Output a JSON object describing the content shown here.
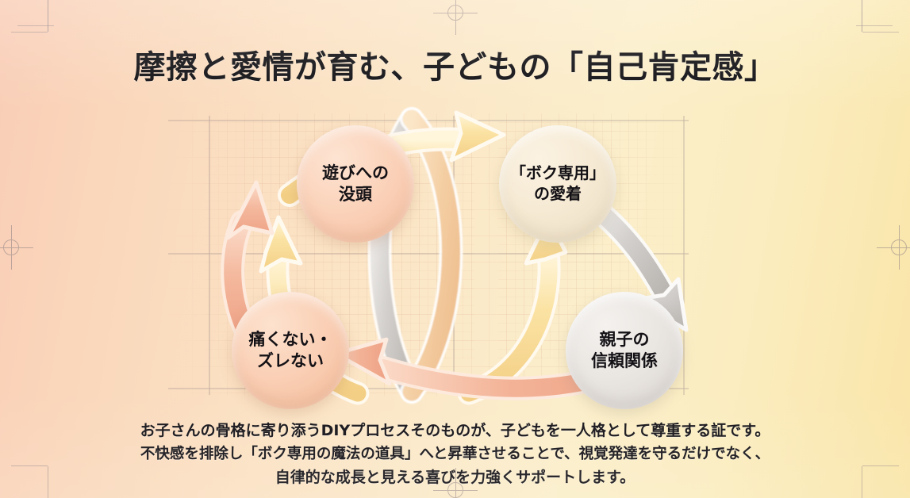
{
  "title": "摩擦と愛情が育む、子どもの「自己肯定感」",
  "colors": {
    "background_left": "#f9cdb6",
    "background_right": "#fae5a8",
    "title_text": "#111014",
    "node_play": "#f7cdb0",
    "node_attachment": "#f3e6cf",
    "node_trust": "#e4e0dc",
    "node_comfort": "#f8cdb0",
    "arrow_yellow": "#f7d98e",
    "arrow_gray": "#c9c6c3",
    "arrow_salmon": "#f3b59a",
    "grid_line": "#d9a98c",
    "registration_mark": "#9a8b8a"
  },
  "diagram": {
    "type": "cycle",
    "nodes": [
      {
        "id": "play",
        "position": "top-left",
        "lines": [
          "遊びへの",
          "没頭"
        ],
        "fill": "#f7cdb0"
      },
      {
        "id": "attachment",
        "position": "top-right",
        "lines": [
          "「ボク専用」",
          "の愛着"
        ],
        "fill": "#f3e6cf"
      },
      {
        "id": "trust",
        "position": "bottom-right",
        "lines": [
          "親子の",
          "信頼関係"
        ],
        "fill": "#e4e0dc"
      },
      {
        "id": "comfort",
        "position": "bottom-left",
        "lines": [
          "痛くない・",
          "ズレない"
        ],
        "fill": "#f8cdb0"
      }
    ],
    "arrows": [
      {
        "id": "arrow-play-to-attachment",
        "from": "play",
        "to": "attachment",
        "color": "#f7d98e",
        "direction": "up-right"
      },
      {
        "id": "arrow-attachment-to-trust",
        "from": "attachment",
        "to": "trust",
        "color": "#c9c6c3",
        "direction": "down"
      },
      {
        "id": "arrow-trust-to-comfort",
        "from": "trust",
        "to": "comfort",
        "color": "#f3b59a",
        "direction": "left"
      },
      {
        "id": "arrow-comfort-to-play",
        "from": "comfort",
        "to": "play",
        "color": "#f3b59a",
        "direction": "up"
      },
      {
        "id": "arrow-inner-left",
        "from": "center",
        "to": "play",
        "color": "#fbe6a8",
        "direction": "up-left"
      },
      {
        "id": "arrow-inner-right",
        "from": "center",
        "to": "attachment",
        "color": "#fbe6a8",
        "direction": "up-right"
      }
    ]
  },
  "caption": {
    "line1": "お子さんの骨格に寄り添うDIYプロセスそのものが、子どもを一人格として尊重する証です。",
    "line2": "不快感を排除し「ボク専用の魔法の道具」へと昇華させることで、視覚発達を守るだけでなく、",
    "line3": "自律的な成長と見える喜びを力強くサポートします。"
  }
}
